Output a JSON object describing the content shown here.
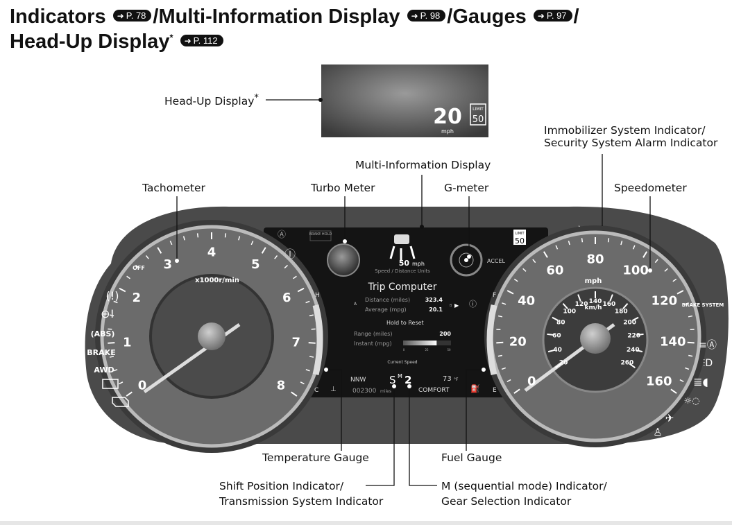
{
  "heading": {
    "line1": [
      {
        "text": "Indicators",
        "ref": "P. 78"
      },
      {
        "text": "/Multi-Information Display",
        "ref": "P. 98"
      },
      {
        "text": "/Gauges",
        "ref": "P. 97"
      },
      {
        "text": "/",
        "ref": null
      }
    ],
    "line2": {
      "text": "Head-Up Display",
      "mark": "*",
      "ref": "P. 112"
    }
  },
  "callouts": {
    "hud": "Head-Up Display",
    "hud_mark": "*",
    "immobilizer_1": "Immobilizer System Indicator/",
    "immobilizer_2": "Security System Alarm Indicator",
    "mid": "Multi-Information Display",
    "tachometer": "Tachometer",
    "turbo": "Turbo Meter",
    "gmeter": "G-meter",
    "speedometer": "Speedometer",
    "temperature": "Temperature Gauge",
    "fuel": "Fuel Gauge",
    "shift_1": "Shift Position Indicator/",
    "shift_2": "Transmission System Indicator",
    "m_1": "M (sequential mode) Indicator/",
    "m_2": "Gear Selection Indicator"
  },
  "hud": {
    "speed": "20",
    "unit": "mph",
    "limit_label": "LIMIT",
    "limit": "50"
  },
  "tachometer": {
    "unit": "x1000r/min",
    "ticks": [
      "0",
      "1",
      "2",
      "3",
      "4",
      "5",
      "6",
      "7",
      "8"
    ]
  },
  "speedometer": {
    "unit": "mph",
    "ticks": [
      "0",
      "20",
      "40",
      "60",
      "80",
      "100",
      "120",
      "140",
      "160"
    ],
    "inner_unit": "km/h",
    "inner_ticks": [
      "20",
      "40",
      "60",
      "80",
      "100",
      "120",
      "140",
      "160",
      "180",
      "200",
      "220",
      "240",
      "260"
    ]
  },
  "left_indicators": [
    "OFF",
    "BRAKE",
    "AWD"
  ],
  "right_indicators": [
    "BRAKE SYSTEM"
  ],
  "display": {
    "brake_hold": "BRAKE HOLD",
    "limit_label": "LIMIT",
    "limit": "50",
    "acc_speed": "50",
    "acc_unit": "mph",
    "acc_sub": "Speed / Distance Units",
    "accel": "ACCEL",
    "trip_title": "Trip Computer",
    "trip_tag": "A",
    "rows": [
      {
        "label": "Distance (miles)",
        "value": "323.4"
      },
      {
        "label": "Average (mpg)",
        "value": "20.1"
      }
    ],
    "page_b": "B",
    "hold_reset": "Hold to Reset",
    "range_label": "Range (miles)",
    "range_value": "200",
    "instant_label": "Instant (mpg)",
    "instant_scale": [
      "0",
      "25",
      "50"
    ],
    "instant_level": 0.7,
    "current_speed": "Current Speed",
    "temp_h": "H",
    "temp_c": "C",
    "fuel_f": "F",
    "fuel_e": "E",
    "compass": "NNW",
    "odometer": "002300",
    "odo_unit": "miles",
    "gear": "S",
    "gear_m": "M",
    "gear_num": "2",
    "outside_temp": "73",
    "temp_unit": "°F",
    "mode": "COMFORT"
  },
  "colors": {
    "cluster": "#4a4a4a",
    "display": "#141414",
    "gauge_face": "#6b6b6b"
  }
}
